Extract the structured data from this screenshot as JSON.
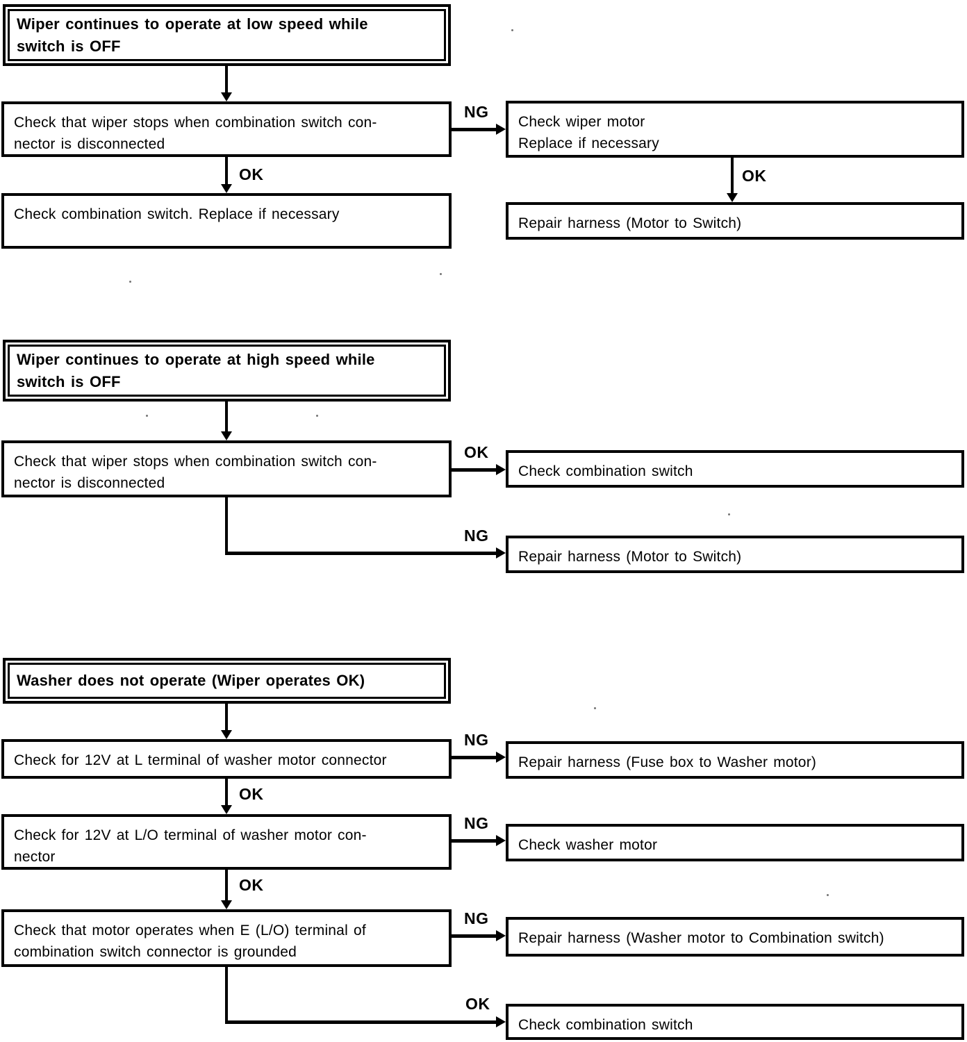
{
  "page": {
    "background": "#ffffff",
    "ink": "#000000"
  },
  "labels": {
    "ok": "OK",
    "ng": "NG"
  },
  "sections": [
    {
      "title_lines": [
        "Wiper continues to operate at low speed while",
        "switch is OFF"
      ],
      "boxes": {
        "check_wiper_stops": [
          "Check that wiper stops when combination switch con-",
          "nector is disconnected"
        ],
        "check_combination_switch": [
          "Check combination switch. Replace if necessary"
        ],
        "check_wiper_motor": [
          "Check wiper motor",
          "Replace if necessary"
        ],
        "repair_harness": [
          "Repair harness (Motor to Switch)"
        ]
      }
    },
    {
      "title_lines": [
        "Wiper continues to operate at high speed while",
        "switch is OFF"
      ],
      "boxes": {
        "check_wiper_stops": [
          "Check that wiper stops when combination switch con-",
          "nector is disconnected"
        ],
        "check_combination_switch": [
          "Check combination switch"
        ],
        "repair_harness": [
          "Repair harness (Motor to Switch)"
        ]
      }
    },
    {
      "title_lines": [
        "Washer does not operate (Wiper operates OK)"
      ],
      "boxes": {
        "check_12v_l": [
          "Check for 12V at L terminal of washer motor connector"
        ],
        "repair_harness_fuse": [
          "Repair harness (Fuse box to Washer motor)"
        ],
        "check_12v_lo": [
          "Check for 12V at L/O terminal of washer motor con-",
          "nector"
        ],
        "check_washer_motor": [
          "Check washer motor"
        ],
        "check_motor_grounded": [
          "Check that motor operates when E (L/O) terminal of",
          "combination switch connector is grounded"
        ],
        "repair_harness_washer": [
          "Repair harness (Washer motor to Combination switch)"
        ],
        "check_combination_switch": [
          "Check combination switch"
        ]
      }
    }
  ]
}
